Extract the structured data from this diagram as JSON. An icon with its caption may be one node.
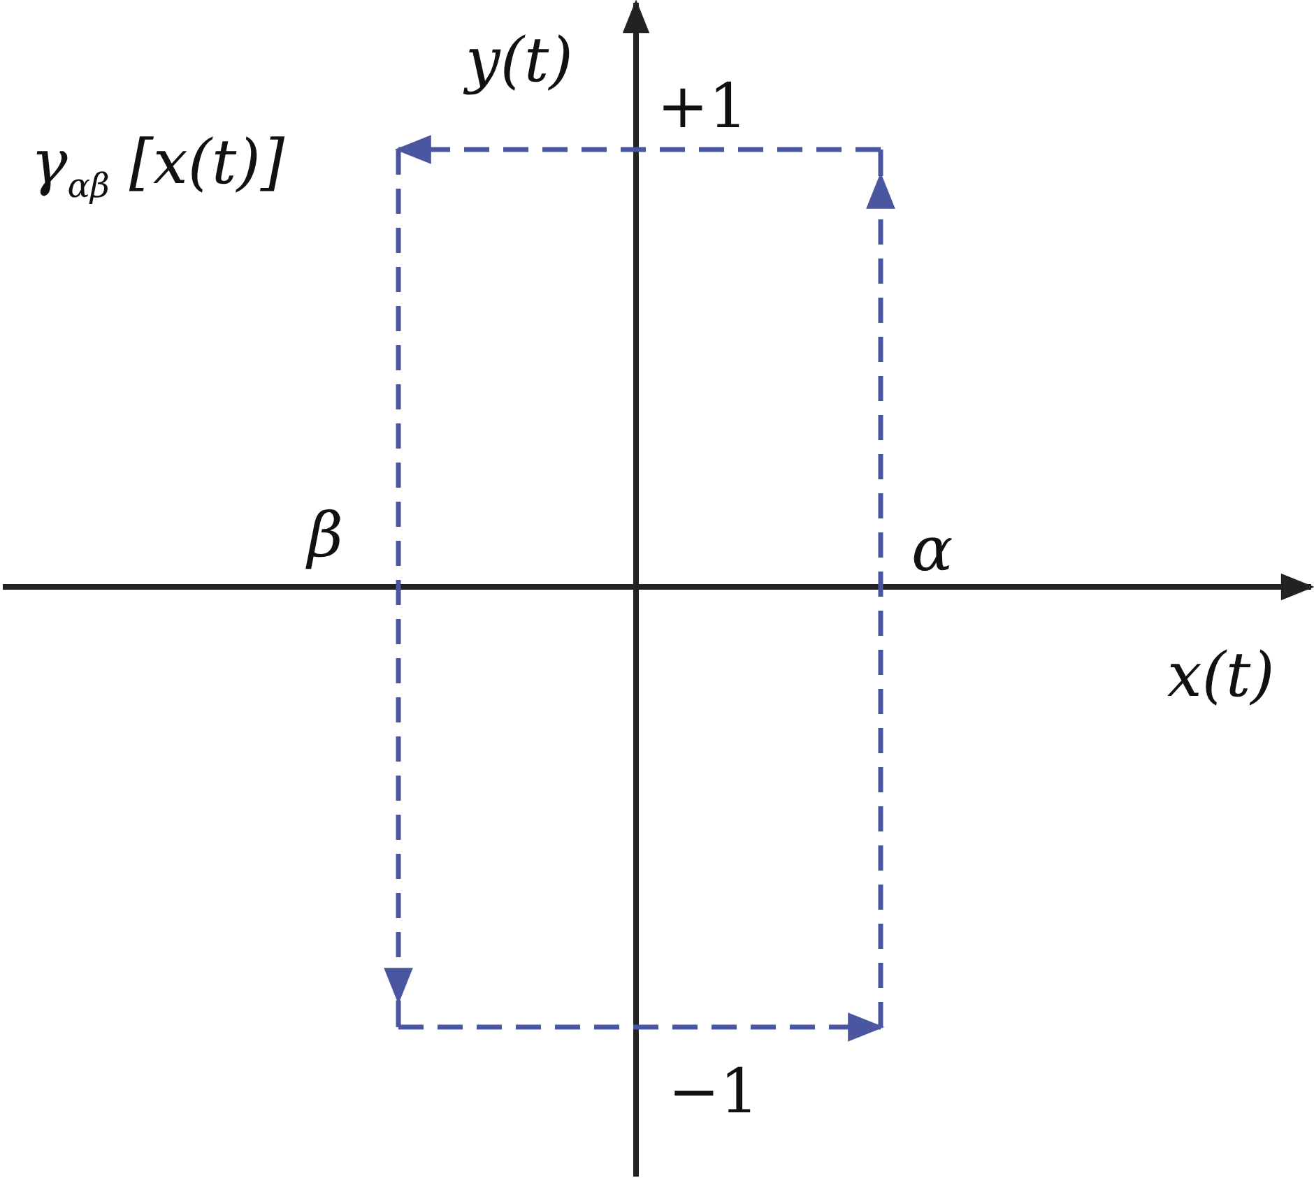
{
  "diagram": {
    "labels": [
      "y(t)",
      "+1",
      "γ$_{αβ}$ [x(t)]",
      "β",
      "α",
      "x(t)",
      "−1"
    ]
  }
}
